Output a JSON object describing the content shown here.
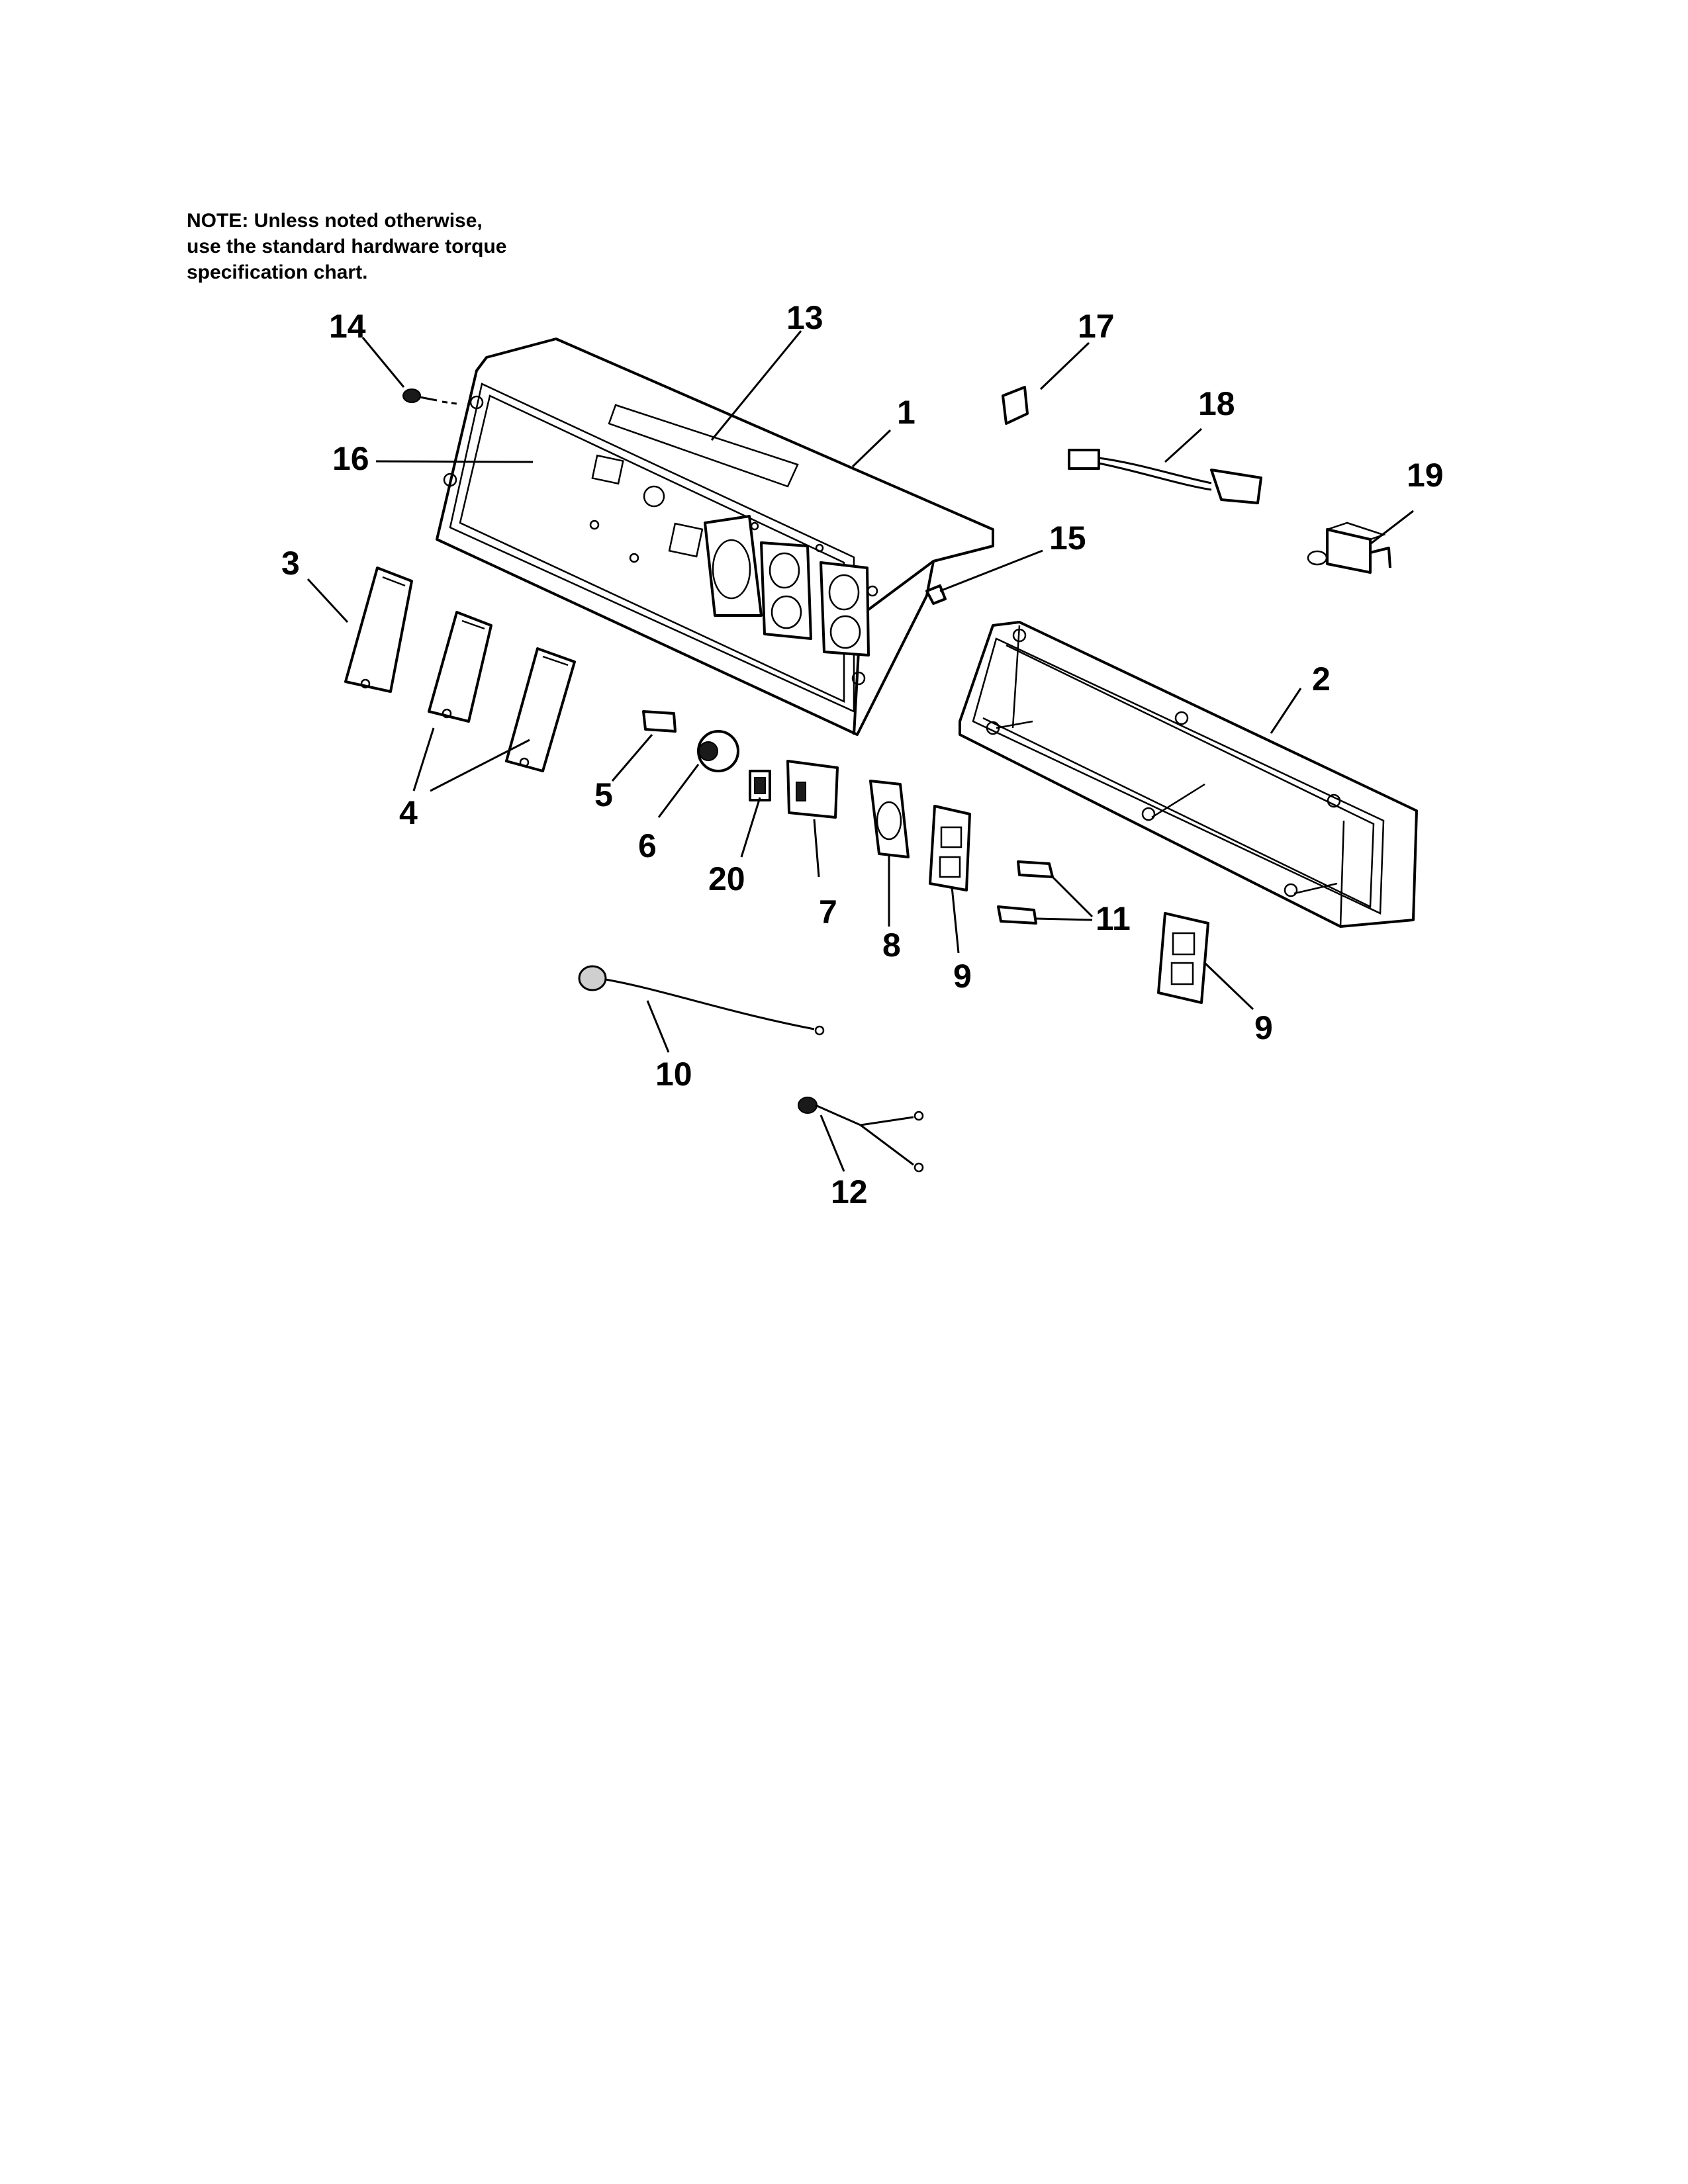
{
  "note": {
    "lines": [
      "NOTE: Unless noted otherwise,",
      "use the standard hardware torque",
      "specification chart."
    ]
  },
  "callouts": {
    "c1": "1",
    "c2": "2",
    "c3": "3",
    "c4": "4",
    "c5": "5",
    "c6": "6",
    "c7": "7",
    "c8": "8",
    "c9a": "9",
    "c9b": "9",
    "c10": "10",
    "c11": "11",
    "c12": "12",
    "c13": "13",
    "c14": "14",
    "c15": "15",
    "c16": "16",
    "c17": "17",
    "c18": "18",
    "c19": "19",
    "c20": "20"
  }
}
